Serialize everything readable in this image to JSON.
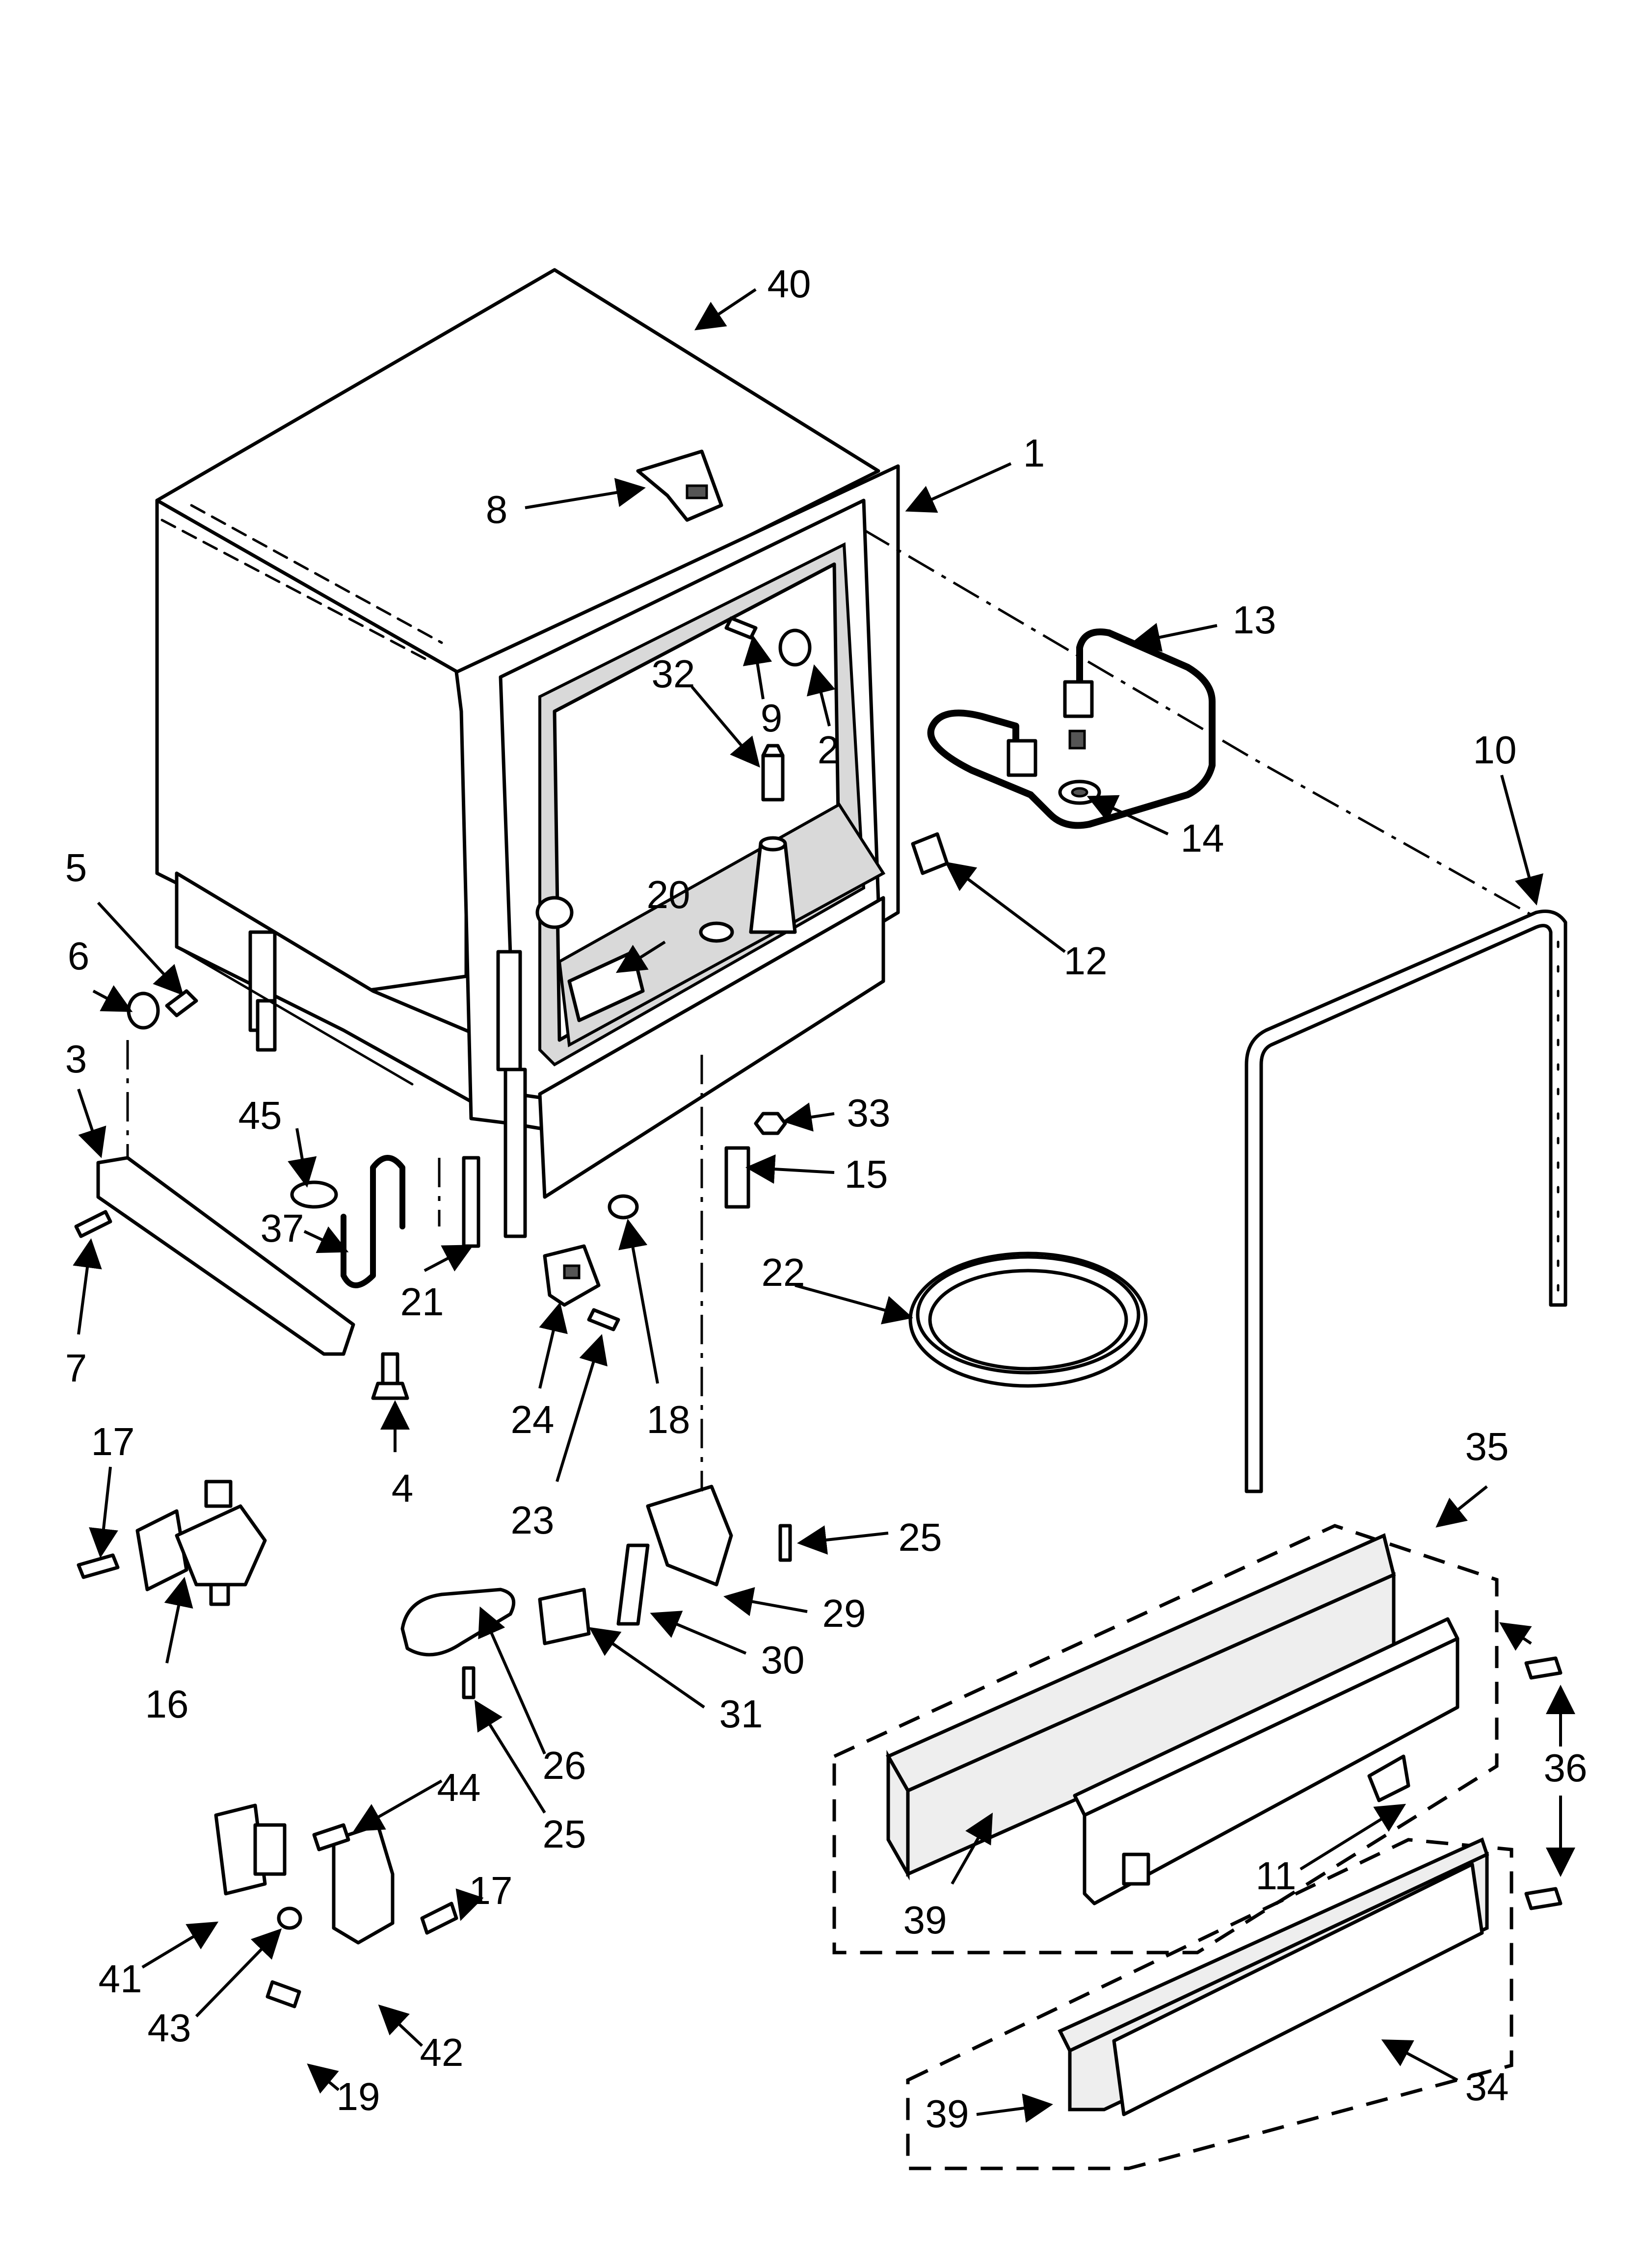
{
  "callouts": {
    "c1": "1",
    "c2": "2",
    "c3": "3",
    "c4": "4",
    "c5": "5",
    "c6": "6",
    "c7": "7",
    "c8": "8",
    "c9": "9",
    "c10": "10",
    "c11": "11",
    "c12": "12",
    "c13": "13",
    "c14": "14",
    "c15": "15",
    "c16": "16",
    "c17a": "17",
    "c17b": "17",
    "c18": "18",
    "c19": "19",
    "c20": "20",
    "c21": "21",
    "c22": "22",
    "c23": "23",
    "c24": "24",
    "c25a": "25",
    "c25b": "25",
    "c26": "26",
    "c29": "29",
    "c30": "30",
    "c31": "31",
    "c32": "32",
    "c33": "33",
    "c34": "34",
    "c35": "35",
    "c36": "36",
    "c37": "37",
    "c39a": "39",
    "c39b": "39",
    "c40": "40",
    "c41": "41",
    "c42": "42",
    "c43": "43",
    "c44": "44",
    "c45": "45"
  },
  "colors": {
    "line": "#000000",
    "background": "#ffffff"
  }
}
